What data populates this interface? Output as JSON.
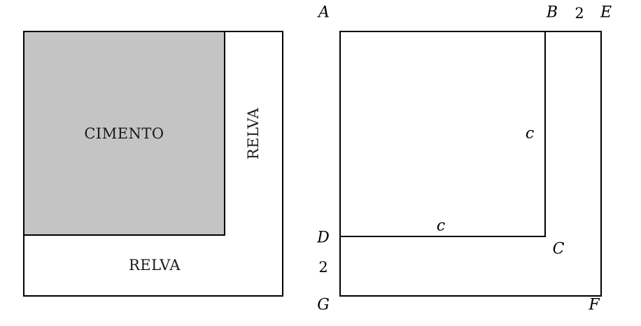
{
  "left_figure": {
    "cement_label": "CIMENTO",
    "grass_right_label": "RELVA",
    "grass_bottom_label": "RELVA",
    "fill_color": "#c4c4c4",
    "line_color": "#000000"
  },
  "right_figure": {
    "points": {
      "A": "A",
      "B": "B",
      "C": "C",
      "D": "D",
      "E": "E",
      "F": "F",
      "G": "G"
    },
    "gap_top": "2",
    "gap_left": "2",
    "inner_side_right": "c",
    "inner_side_bottom": "c",
    "line_color": "#000000"
  }
}
